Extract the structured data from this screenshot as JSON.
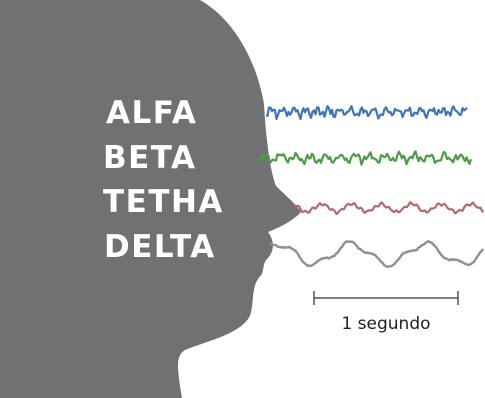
{
  "bands": [
    {
      "label": "ALFA",
      "color": "#3f74b5"
    },
    {
      "label": "BETA",
      "color": "#4f9a4a"
    },
    {
      "label": "TETHA",
      "color": "#b36a6e"
    },
    {
      "label": "DELTA",
      "color": "#8f8f8f"
    }
  ],
  "scale_bar": {
    "label": "1 segundo"
  },
  "colors": {
    "head": "#717174",
    "background": "#ffffff"
  }
}
